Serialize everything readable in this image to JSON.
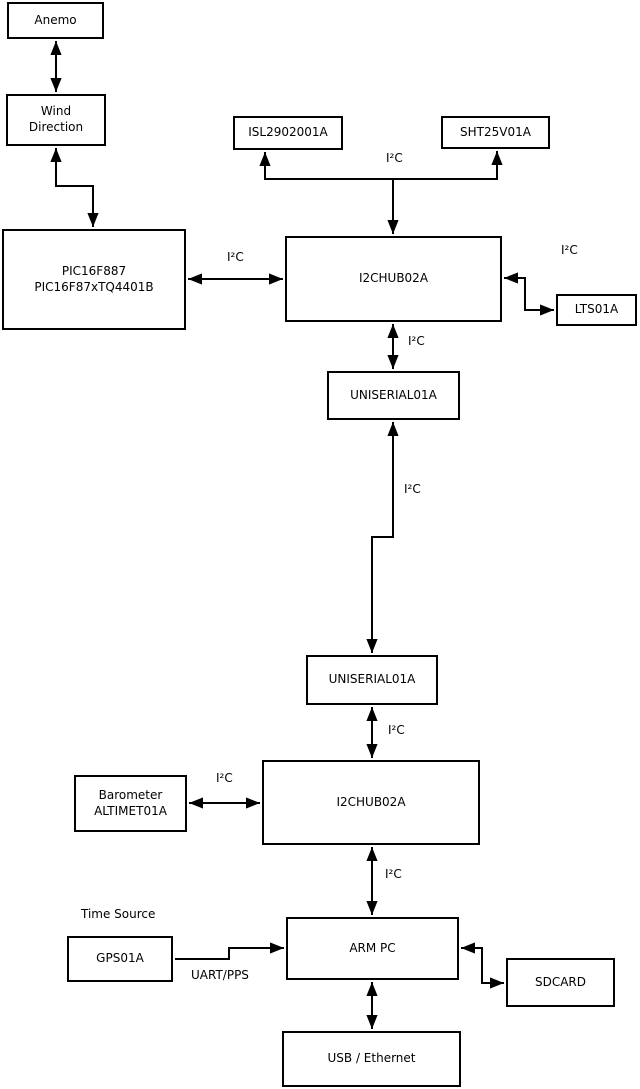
{
  "colors": {
    "line": "#000000",
    "background": "#ffffff",
    "text": "#000000"
  },
  "diagram": {
    "boxes": {
      "anemo": {
        "label": "Anemo"
      },
      "wind_direction": {
        "line1": "Wind",
        "line2": "Direction"
      },
      "pic": {
        "line1": "PIC16F887",
        "line2": "PIC16F87xTQ4401B"
      },
      "isl": {
        "label": "ISL2902001A"
      },
      "sht": {
        "label": "SHT25V01A"
      },
      "hub1": {
        "label": "I2CHUB02A"
      },
      "lts": {
        "label": "LTS01A"
      },
      "uniserial1": {
        "label": "UNISERIAL01A"
      },
      "uniserial2": {
        "label": "UNISERIAL01A"
      },
      "hub2": {
        "label": "I2CHUB02A"
      },
      "barometer": {
        "line1": "Barometer",
        "line2": "ALTIMET01A"
      },
      "gps": {
        "label": "GPS01A"
      },
      "arm_pc": {
        "label": "ARM PC"
      },
      "sdcard": {
        "label": "SDCARD"
      },
      "usb_ethernet": {
        "label": "USB / Ethernet"
      }
    },
    "edge_labels": {
      "i2c_isl_sht": "I²C",
      "i2c_pic_hub1": "I²C",
      "i2c_hub1_lts": "I²C",
      "i2c_hub1_uniserial1": "I²C",
      "i2c_uniserial_link": "I²C",
      "i2c_uniserial2_hub2": "I²C",
      "i2c_barometer_hub2": "I²C",
      "i2c_hub2_armpc": "I²C",
      "time_source": "Time Source",
      "uart_pps": "UART/PPS"
    }
  }
}
